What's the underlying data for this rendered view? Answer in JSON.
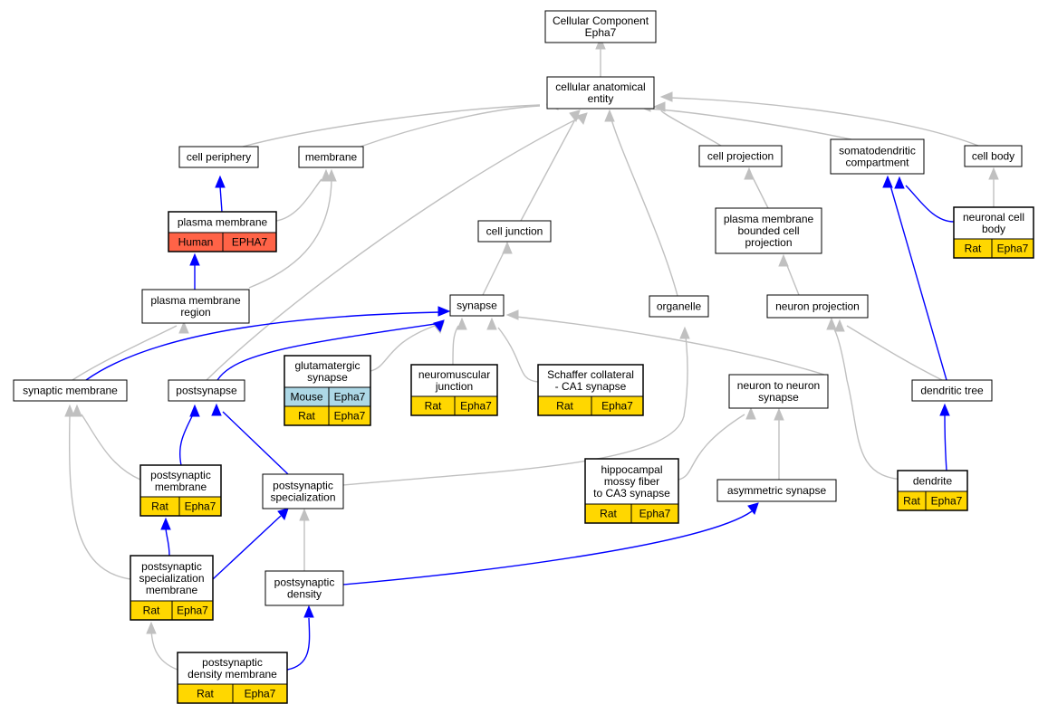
{
  "colors": {
    "background": "#ffffff",
    "node_border": "#000000",
    "rat_fill": "#ffd700",
    "mouse_fill": "#add8e6",
    "human_fill": "#ff6347",
    "edge_gray": "#c0c0c0",
    "edge_blue": "#0000ff"
  },
  "nodes": {
    "root": {
      "lines": [
        "Cellular Component",
        "Epha7"
      ]
    },
    "cae": {
      "lines": [
        "cellular anatomical",
        "entity"
      ]
    },
    "cell_periphery": {
      "lines": [
        "cell periphery"
      ]
    },
    "membrane": {
      "lines": [
        "membrane"
      ]
    },
    "cell_projection": {
      "lines": [
        "cell projection"
      ]
    },
    "somatodendritic": {
      "lines": [
        "somatodendritic",
        "compartment"
      ]
    },
    "cell_body": {
      "lines": [
        "cell body"
      ]
    },
    "plasma_membrane": {
      "lines": [
        "plasma membrane"
      ],
      "rows": [
        [
          "Human",
          "EPHA7"
        ]
      ]
    },
    "cell_junction": {
      "lines": [
        "cell junction"
      ]
    },
    "pm_bounded": {
      "lines": [
        "plasma membrane",
        "bounded cell",
        "projection"
      ]
    },
    "neuronal_cell_body": {
      "lines": [
        "neuronal cell",
        "body"
      ],
      "rows": [
        [
          "Rat",
          "Epha7"
        ]
      ]
    },
    "pm_region": {
      "lines": [
        "plasma membrane",
        "region"
      ]
    },
    "synapse": {
      "lines": [
        "synapse"
      ]
    },
    "organelle": {
      "lines": [
        "organelle"
      ]
    },
    "neuron_projection": {
      "lines": [
        "neuron projection"
      ]
    },
    "synaptic_membrane": {
      "lines": [
        "synaptic membrane"
      ]
    },
    "postsynapse": {
      "lines": [
        "postsynapse"
      ]
    },
    "glutamatergic": {
      "lines": [
        "glutamatergic",
        "synapse"
      ],
      "rows": [
        [
          "Mouse",
          "Epha7"
        ],
        [
          "Rat",
          "Epha7"
        ]
      ]
    },
    "nmj": {
      "lines": [
        "neuromuscular",
        "junction"
      ],
      "rows": [
        [
          "Rat",
          "Epha7"
        ]
      ]
    },
    "schaffer": {
      "lines": [
        "Schaffer collateral",
        "- CA1 synapse"
      ],
      "rows": [
        [
          "Rat",
          "Epha7"
        ]
      ]
    },
    "n2n": {
      "lines": [
        "neuron to neuron",
        "synapse"
      ]
    },
    "dendritic_tree": {
      "lines": [
        "dendritic tree"
      ]
    },
    "ps_membrane": {
      "lines": [
        "postsynaptic",
        "membrane"
      ],
      "rows": [
        [
          "Rat",
          "Epha7"
        ]
      ]
    },
    "ps_specialization": {
      "lines": [
        "postsynaptic",
        "specialization"
      ]
    },
    "hippocampal": {
      "lines": [
        "hippocampal",
        "mossy fiber",
        "to CA3 synapse"
      ],
      "rows": [
        [
          "Rat",
          "Epha7"
        ]
      ]
    },
    "asymmetric": {
      "lines": [
        "asymmetric synapse"
      ]
    },
    "dendrite": {
      "lines": [
        "dendrite"
      ],
      "rows": [
        [
          "Rat",
          "Epha7"
        ]
      ]
    },
    "pssm": {
      "lines": [
        "postsynaptic",
        "specialization",
        "membrane"
      ],
      "rows": [
        [
          "Rat",
          "Epha7"
        ]
      ]
    },
    "psd": {
      "lines": [
        "postsynaptic",
        "density"
      ]
    },
    "psd_membrane": {
      "lines": [
        "postsynaptic",
        "density membrane"
      ],
      "rows": [
        [
          "Rat",
          "Epha7"
        ]
      ]
    }
  }
}
